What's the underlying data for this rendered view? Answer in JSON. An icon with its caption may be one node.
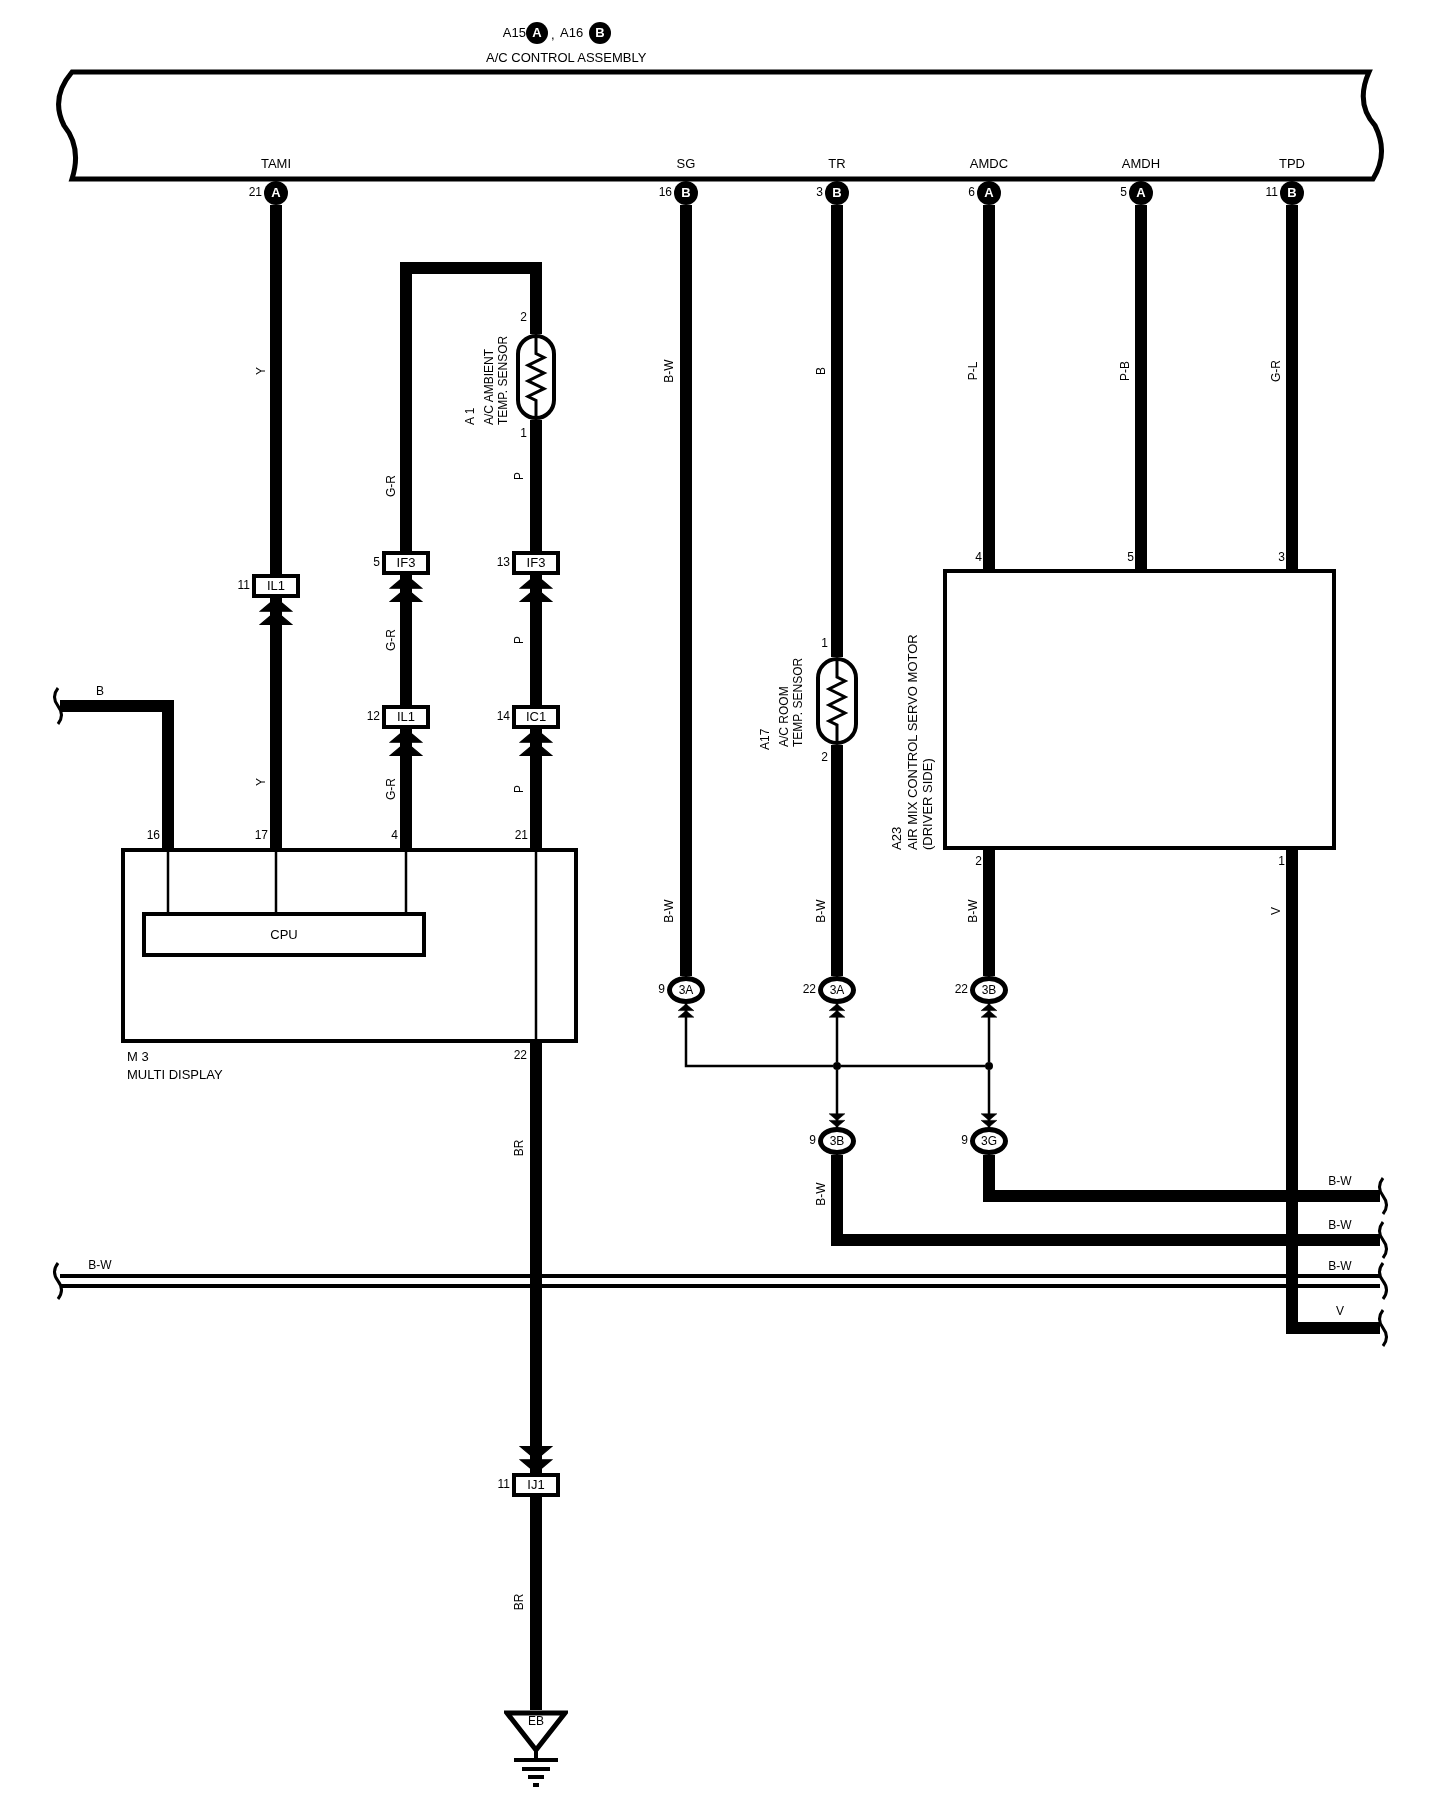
{
  "diagram": {
    "nodes": [
      {
        "text": [
          "A15",
          "A",
          ",",
          "A16",
          "B",
          "A/C CONTROL ASSEMBLY"
        ]
      },
      {
        "text": [
          "A"
        ],
        "beside": [
          "21"
        ]
      },
      {
        "text": [
          "B"
        ],
        "beside": [
          "16"
        ]
      },
      {
        "text": [
          "B"
        ],
        "beside": [
          "3"
        ]
      },
      {
        "text": [
          "A"
        ],
        "beside": [
          "6"
        ]
      },
      {
        "text": [
          "A"
        ],
        "beside": [
          "5"
        ]
      },
      {
        "text": [
          "B"
        ],
        "beside": [
          "11"
        ]
      },
      {
        "text": [
          "A 1",
          "A/C AMBIENT TEMP. SENSOR"
        ],
        "beside": [
          "2",
          "1"
        ]
      },
      {
        "text": [
          "IL1"
        ],
        "beside": [
          "11"
        ]
      },
      {
        "text": [
          "IF3"
        ],
        "beside": [
          "5"
        ]
      },
      {
        "text": [
          "IF3"
        ],
        "beside": [
          "13"
        ]
      },
      {
        "text": [
          "IL1"
        ],
        "beside": [
          "12"
        ]
      },
      {
        "text": [
          "IC1"
        ],
        "beside": [
          "14"
        ]
      },
      {
        "text": [
          "M 3",
          "MULTI DISPLAY"
        ],
        "beside": [
          "16",
          "17",
          "4",
          "21",
          "22"
        ]
      },
      {
        "text": [
          "CPU"
        ],
        "in": 13
      },
      {
        "text": [
          "A17",
          "A/C ROOM TEMP. SENSOR"
        ],
        "beside": [
          "1",
          "2"
        ]
      },
      {
        "text": [
          "A23",
          "AIR MIX CONTROL SERVO MOTOR (DRIVER SIDE)"
        ],
        "beside": [
          "4",
          "5",
          "3",
          "2",
          "1"
        ]
      },
      {
        "text": [
          "3A"
        ],
        "beside": [
          "9"
        ]
      },
      {
        "text": [
          "3A"
        ],
        "beside": [
          "22"
        ]
      },
      {
        "text": [
          "3B"
        ],
        "beside": [
          "22"
        ]
      },
      {
        "text": [
          "3B"
        ],
        "beside": [
          "9"
        ]
      },
      {
        "text": [
          "3G"
        ],
        "beside": [
          "9"
        ]
      },
      {
        "text": [
          "IJ1"
        ],
        "beside": [
          "11"
        ]
      },
      {
        "text": [
          "EB"
        ]
      },
      {
        "text": [],
        "shape": "circle"
      },
      {
        "text": [],
        "shape": "circle"
      }
    ],
    "edges": [
      {
        "from": 1,
        "to": 8,
        "arrow": "none",
        "label": "Y"
      },
      {
        "from": 13,
        "to": 8,
        "arrow": "to",
        "label": "Y"
      },
      {
        "from": 9,
        "to": 7,
        "arrow": "none",
        "label": "G-R"
      },
      {
        "from": 7,
        "to": 10,
        "arrow": "none",
        "label": "P"
      },
      {
        "from": 11,
        "to": 9,
        "arrow": "to",
        "label": "G-R"
      },
      {
        "from": 12,
        "to": 10,
        "arrow": "to",
        "label": "P"
      },
      {
        "from": 13,
        "to": 11,
        "arrow": "to",
        "label": "G-R"
      },
      {
        "from": 13,
        "to": 12,
        "arrow": "to",
        "label": "P"
      },
      {
        "from": null,
        "to": 13,
        "arrow": "none",
        "label": "B"
      },
      {
        "from": 13,
        "to": 22,
        "arrow": "to",
        "label": "BR"
      },
      {
        "from": 22,
        "to": 23,
        "arrow": "none",
        "label": "BR"
      },
      {
        "from": 2,
        "to": 17,
        "arrow": "none",
        "label": "B-W"
      },
      {
        "from": 3,
        "to": 15,
        "arrow": "none",
        "label": "B"
      },
      {
        "from": 15,
        "to": 18,
        "arrow": "none",
        "label": "B-W"
      },
      {
        "from": 4,
        "to": 16,
        "arrow": "none",
        "label": "P-L"
      },
      {
        "from": 5,
        "to": 16,
        "arrow": "none",
        "label": "P-B"
      },
      {
        "from": 6,
        "to": 16,
        "arrow": "none",
        "label": "G-R"
      },
      {
        "from": 16,
        "to": 19,
        "arrow": "none",
        "label": "B-W"
      },
      {
        "from": 16,
        "to": null,
        "arrow": "none",
        "label": "V"
      },
      {
        "from": 24,
        "to": 18,
        "arrow": "to"
      },
      {
        "from": 24,
        "to": 17,
        "arrow": "to"
      },
      {
        "from": 24,
        "to": 20,
        "arrow": "to"
      },
      {
        "from": 24,
        "to": 25,
        "arrow": "none"
      },
      {
        "from": 25,
        "to": 19,
        "arrow": "to"
      },
      {
        "from": 25,
        "to": 21,
        "arrow": "to"
      },
      {
        "from": 21,
        "to": null,
        "arrow": "none"
      },
      {
        "from": 20,
        "to": null,
        "arrow": "none",
        "label": "B-W"
      }
    ],
    "labels": [
      "TAMI",
      "SG",
      "TR",
      "AMDC",
      "AMDH",
      "TPD",
      "B-W",
      "B-W",
      "B-W",
      "B-W",
      "V",
      "B-W"
    ]
  }
}
